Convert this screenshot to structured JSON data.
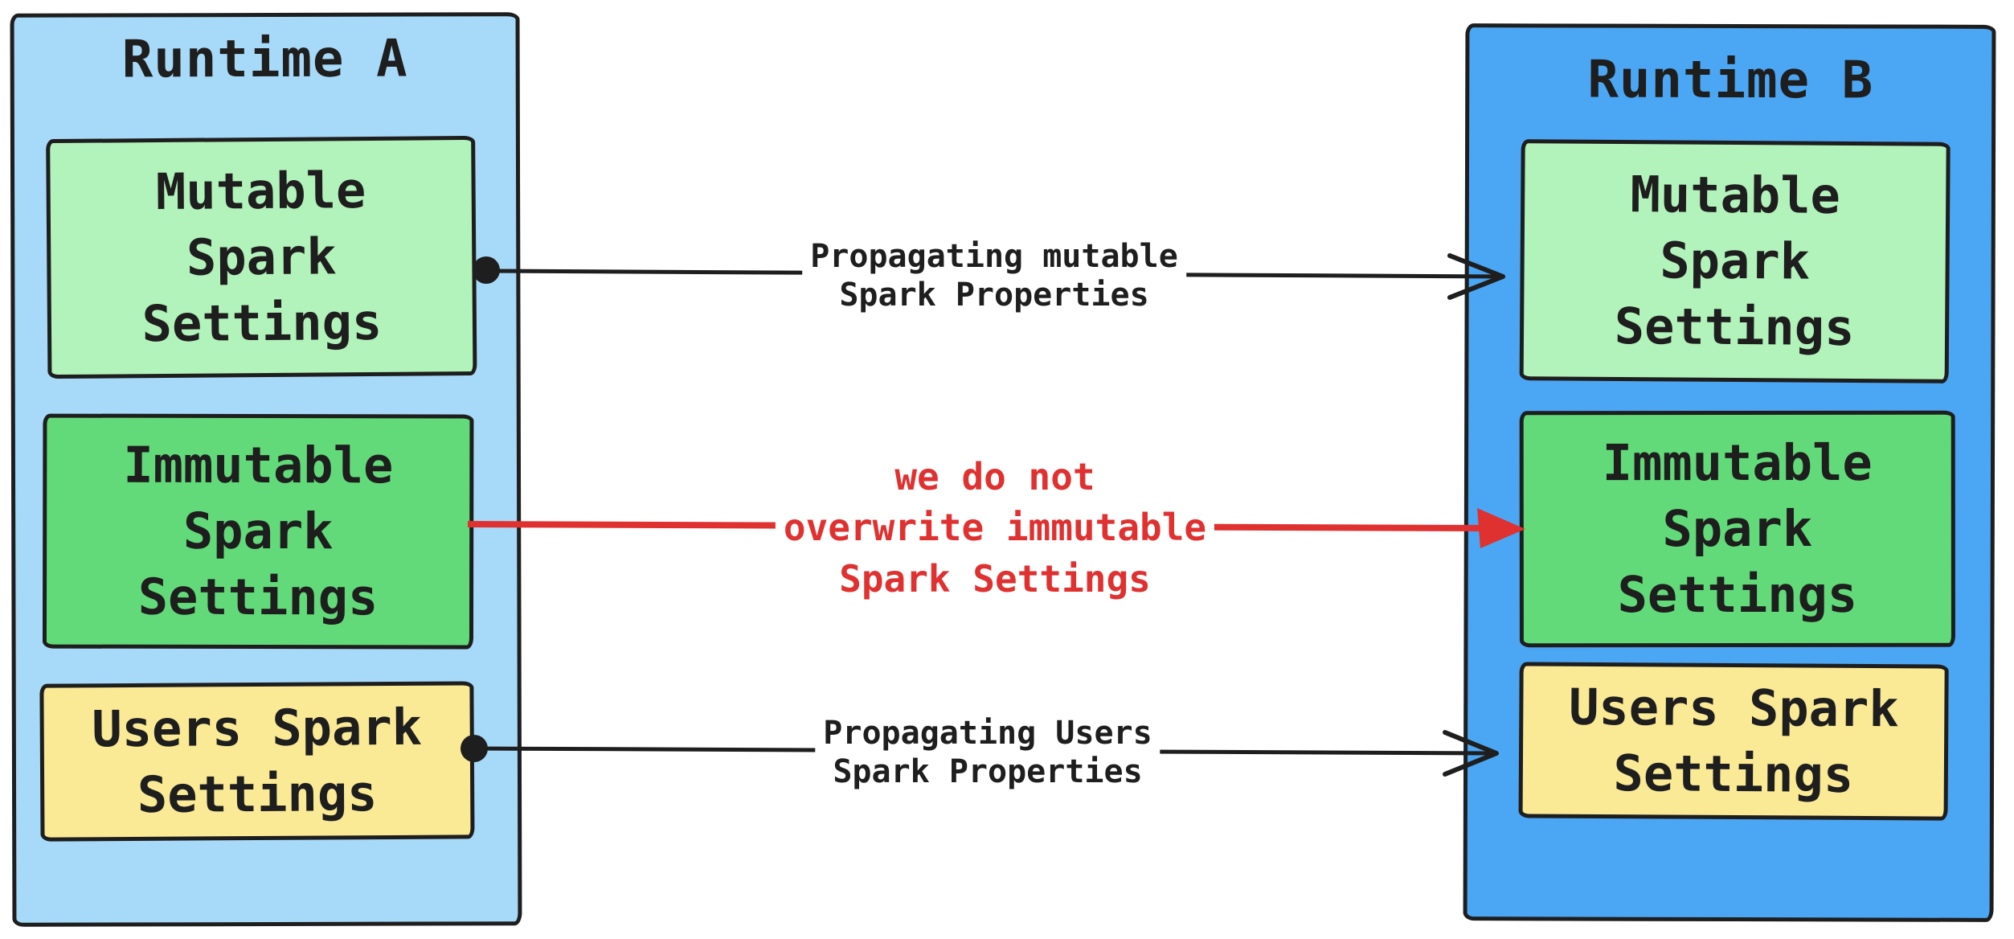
{
  "colors": {
    "page_background": "#ffffff",
    "ink": "#1e1e1e",
    "runtime_a_fill": "#a7d9f8",
    "runtime_b_fill": "#4ba6f3",
    "mutable_fill": "#b2f2bb",
    "immutable_fill": "#62da79",
    "users_fill": "#fae995",
    "blocked_arrow_red": "#e03131"
  },
  "runtime_a": {
    "title": "Runtime A",
    "boxes": [
      {
        "id": "mutable",
        "label": "Mutable\nSpark\nSettings"
      },
      {
        "id": "immutable",
        "label": "Immutable\nSpark\nSettings"
      },
      {
        "id": "users",
        "label": "Users Spark\nSettings"
      }
    ]
  },
  "runtime_b": {
    "title": "Runtime B",
    "boxes": [
      {
        "id": "mutable",
        "label": "Mutable\nSpark\nSettings"
      },
      {
        "id": "immutable",
        "label": "Immutable\nSpark\nSettings"
      },
      {
        "id": "users",
        "label": "Users Spark\nSettings"
      }
    ]
  },
  "arrows": [
    {
      "id": "mutable-propagation",
      "label": "Propagating mutable\nSpark Properties",
      "color": "#1e1e1e",
      "from": "runtime-a-mutable",
      "to": "runtime-b",
      "head": "open",
      "start_marker": "dot"
    },
    {
      "id": "immutable-blocked",
      "label": "we do not\noverwrite immutable\nSpark Settings",
      "color": "#e03131",
      "from": "runtime-a-immutable",
      "to": "runtime-b-immutable",
      "head": "filled-triangle",
      "start_marker": "none"
    },
    {
      "id": "users-propagation",
      "label": "Propagating Users\nSpark Properties",
      "color": "#1e1e1e",
      "from": "runtime-a-users",
      "to": "runtime-b",
      "head": "open",
      "start_marker": "dot"
    }
  ]
}
